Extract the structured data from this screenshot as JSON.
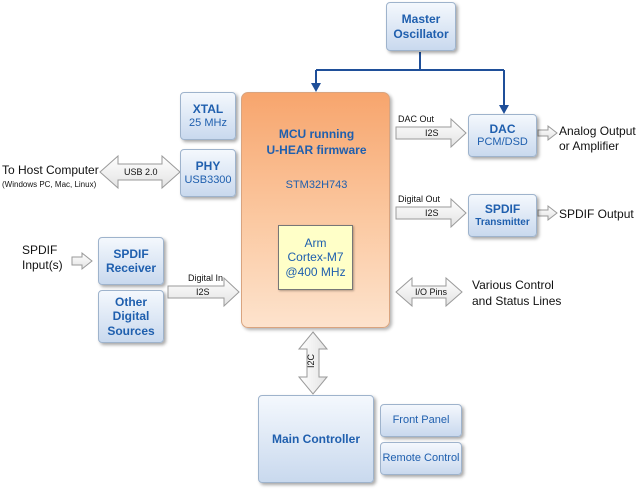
{
  "blocks": {
    "master_oscillator": [
      "Master",
      "Oscillator"
    ],
    "xtal": {
      "title": "XTAL",
      "sub": "25 MHz"
    },
    "phy": {
      "title": "PHY",
      "sub": "USB3300"
    },
    "mcu": {
      "title": [
        "MCU running",
        "U-HEAR firmware"
      ],
      "chip": "STM32H743"
    },
    "arm": [
      "Arm",
      "Cortex-M7",
      "@400 MHz"
    ],
    "dac": {
      "title": "DAC",
      "sub": "PCM/DSD"
    },
    "spdif_tx": [
      "SPDIF",
      "Transmitter"
    ],
    "spdif_rx": [
      "SPDIF",
      "Receiver"
    ],
    "other_digital": [
      "Other",
      "Digital",
      "Sources"
    ],
    "main_controller": "Main Controller",
    "front_panel": "Front Panel",
    "remote_control": "Remote Control"
  },
  "arrows": {
    "usb": "USB 2.0",
    "dac_i2s": "I2S",
    "spdif_i2s": "I2S",
    "digital_in_i2s": "I2S",
    "io_pins": "I/O Pins",
    "i2c": "I2C"
  },
  "labels": {
    "dac_out": "DAC Out",
    "digital_out": "Digital Out",
    "digital_in": "Digital In",
    "to_host": "To Host Computer",
    "host_os": "(Windows PC, Mac, Linux)",
    "analog_out": [
      "Analog Output",
      "or Amplifier"
    ],
    "spdif_output": "SPDIF Output",
    "spdif_input": [
      "SPDIF",
      "Input(s)"
    ],
    "various": [
      "Various Control",
      "and Status Lines"
    ]
  }
}
